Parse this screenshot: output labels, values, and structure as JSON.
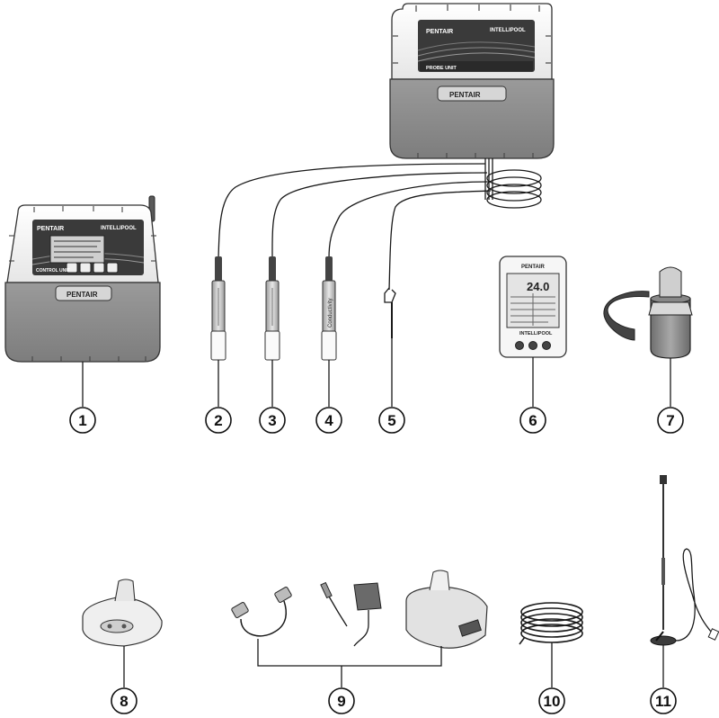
{
  "brand": "PENTAIR",
  "product": "INTELLIPOOL",
  "control_unit_label": "CONTROL UNIT",
  "probe_unit_label": "PROBE UNIT",
  "conductivity_label": "Conductivity",
  "remote_reading": "24.0",
  "callouts": [
    "1",
    "2",
    "3",
    "4",
    "5",
    "6",
    "7",
    "8",
    "9",
    "10",
    "11"
  ],
  "colors": {
    "housing_gray": "#8e8e8e",
    "housing_light": "#f2f2f2",
    "line": "#1a1a1a"
  }
}
